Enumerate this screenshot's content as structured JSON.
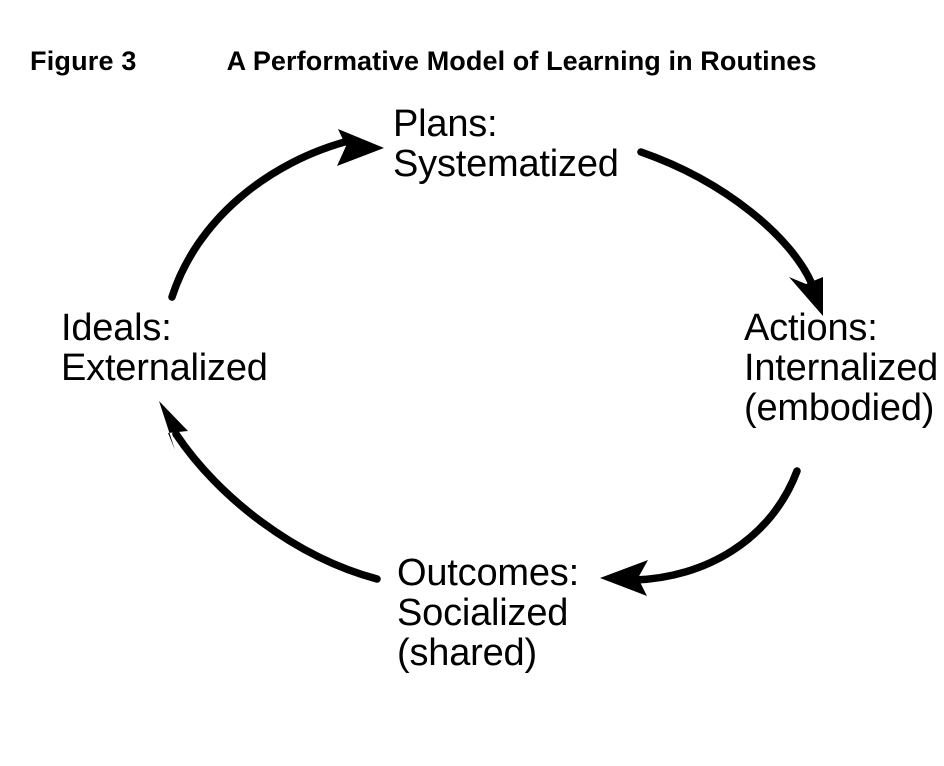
{
  "figure": {
    "number_label": "Figure 3",
    "title": "A Performative Model of Learning in Routines",
    "background_color": "#ffffff",
    "ink_color": "#000000"
  },
  "diagram": {
    "type": "cycle",
    "direction": "clockwise",
    "node_count": 4,
    "nodes": [
      {
        "id": "plans",
        "position": "top",
        "lines": [
          "Plans:",
          "Systematized"
        ]
      },
      {
        "id": "actions",
        "position": "right",
        "lines": [
          "Actions:",
          "Internalized",
          "(embodied)"
        ]
      },
      {
        "id": "outcomes",
        "position": "bottom",
        "lines": [
          "Outcomes:",
          "Socialized",
          "(shared)"
        ]
      },
      {
        "id": "ideals",
        "position": "left",
        "lines": [
          "Ideals:",
          "Externalized"
        ]
      }
    ],
    "arrows": [
      {
        "id": "plans-to-actions",
        "from": "plans",
        "to": "actions"
      },
      {
        "id": "actions-to-outcomes",
        "from": "actions",
        "to": "outcomes"
      },
      {
        "id": "outcomes-to-ideals",
        "from": "outcomes",
        "to": "ideals"
      },
      {
        "id": "ideals-to-plans",
        "from": "ideals",
        "to": "plans"
      }
    ]
  }
}
